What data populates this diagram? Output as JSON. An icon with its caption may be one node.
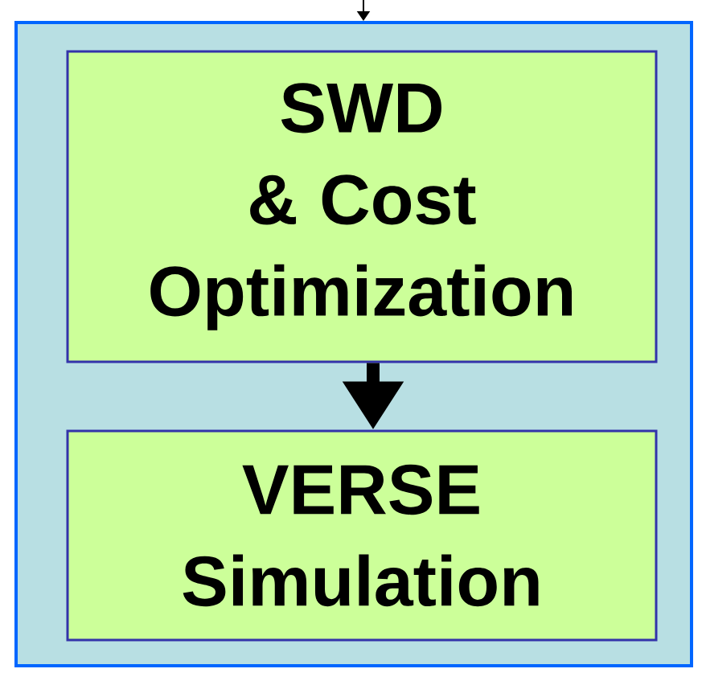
{
  "diagram": {
    "nodes": [
      {
        "text": [],
        "shape": "box"
      },
      {
        "text": [
          "SWD & Cost Optimization"
        ],
        "in": 0
      },
      {
        "text": [
          "VERSE Simulation"
        ],
        "in": 0
      }
    ],
    "edges": [
      {
        "from": null,
        "to": 0,
        "arrow": "to"
      },
      {
        "from": 1,
        "to": 2,
        "arrow": "to",
        "style": "thick"
      }
    ]
  }
}
